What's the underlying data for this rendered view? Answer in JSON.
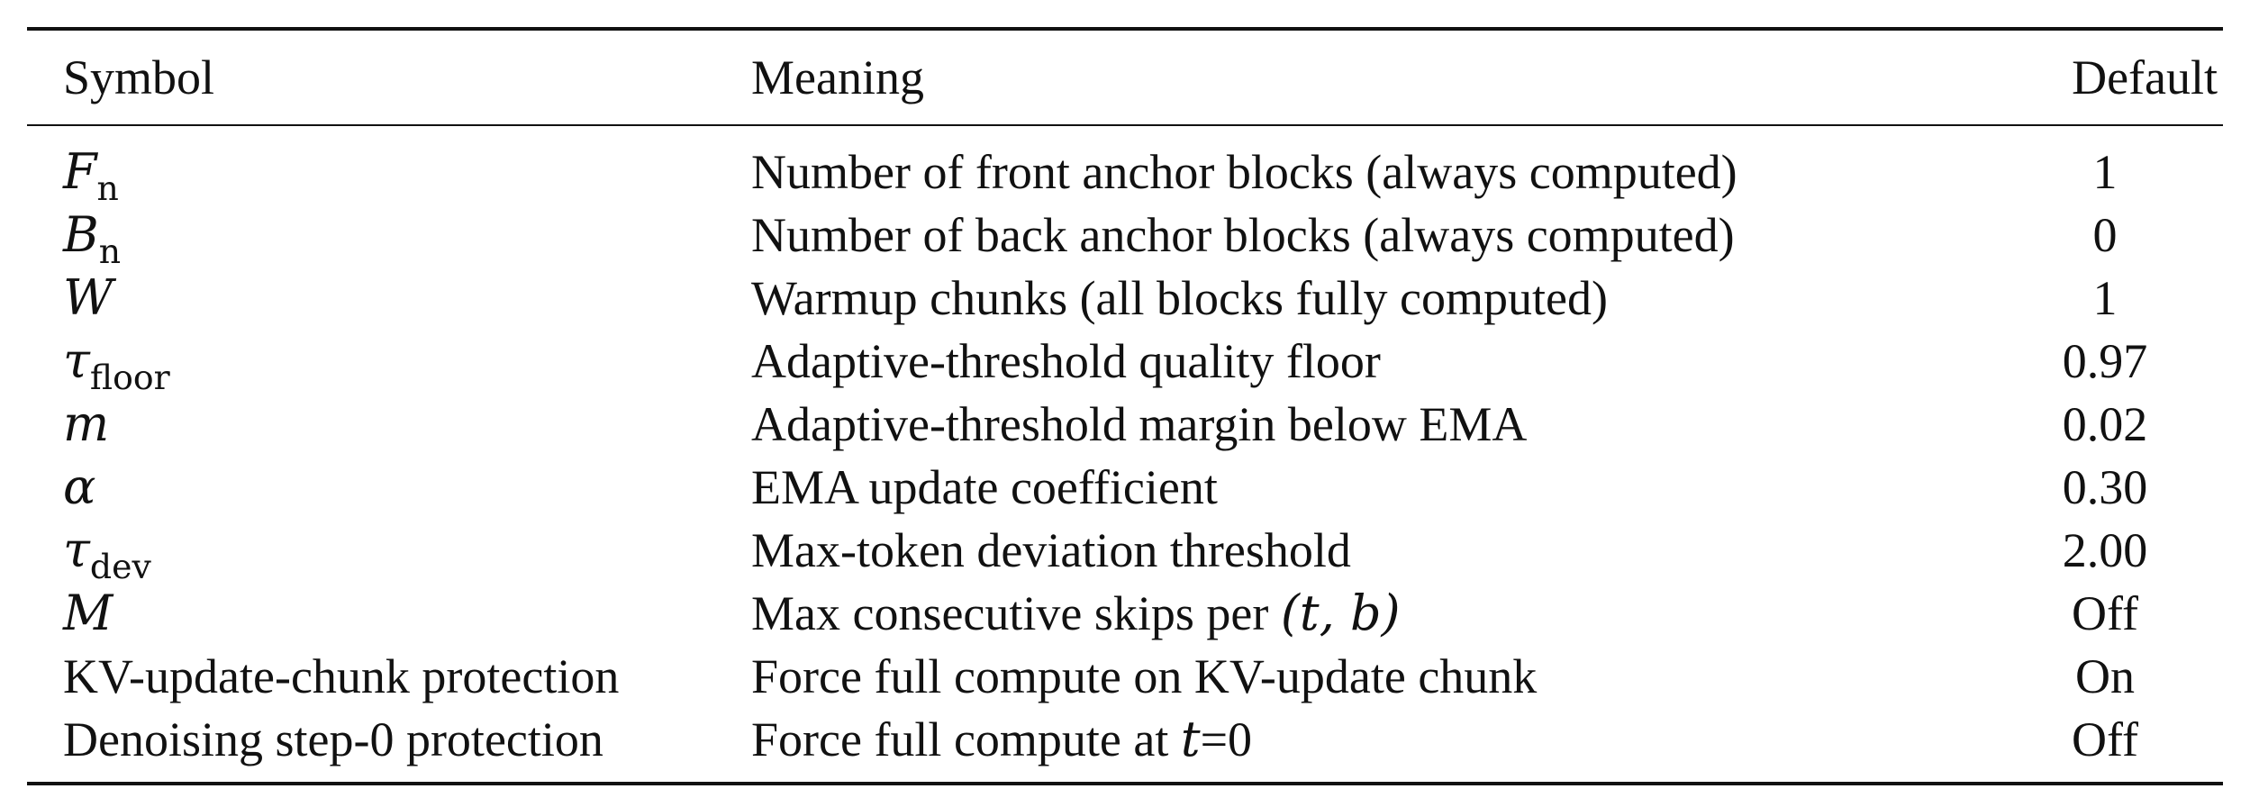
{
  "table": {
    "headers": {
      "symbol": "Symbol",
      "meaning": "Meaning",
      "default": "Default"
    },
    "rows": [
      {
        "sym_main": "F",
        "sym_sub": "n",
        "meaning": "Number of front anchor blocks (always computed)",
        "default": "1"
      },
      {
        "sym_main": "B",
        "sym_sub": "n",
        "meaning": "Number of back anchor blocks (always computed)",
        "default": "0"
      },
      {
        "sym_main": "W",
        "sym_sub": "",
        "meaning": "Warmup chunks (all blocks fully computed)",
        "default": "1"
      },
      {
        "sym_main": "τ",
        "sym_sub": "floor",
        "meaning": "Adaptive-threshold quality floor",
        "default": "0.97"
      },
      {
        "sym_main": "m",
        "sym_sub": "",
        "meaning": "Adaptive-threshold margin below EMA",
        "default": "0.02"
      },
      {
        "sym_main": "α",
        "sym_sub": "",
        "meaning": "EMA update coefficient",
        "default": "0.30"
      },
      {
        "sym_main": "τ",
        "sym_sub": "dev",
        "meaning": "Max-token deviation threshold",
        "default": "2.00"
      },
      {
        "sym_main": "M",
        "sym_sub": "",
        "meaning_prefix": "Max consecutive skips per ",
        "meaning_math": "(t, b)",
        "default": "Off"
      },
      {
        "sym_text": "KV-update-chunk protection",
        "meaning": "Force full compute on KV-update chunk",
        "default": "On"
      },
      {
        "sym_text": "Denoising step-0 protection",
        "meaning_prefix": "Force full compute at ",
        "meaning_math": "t",
        "meaning_math_rest": "=0",
        "default": "Off"
      }
    ]
  }
}
